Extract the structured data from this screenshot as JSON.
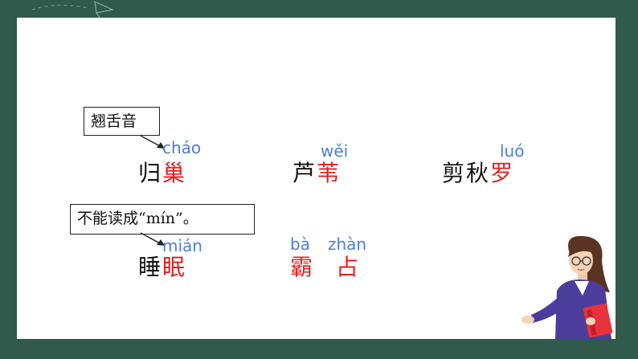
{
  "annotations": {
    "retroflex_note": "翘舌音",
    "min_note": "不能读成“mín”。"
  },
  "row1": {
    "word1": {
      "plain": "归",
      "red": "巢",
      "pinyin": "cháo"
    },
    "word2": {
      "plain": "芦",
      "red": "苇",
      "pinyin": "wěi"
    },
    "word3": {
      "plain": "剪秋",
      "red": "罗",
      "pinyin": "luó"
    }
  },
  "row2": {
    "word1": {
      "plain": "睡",
      "red": "眠",
      "pinyin": "mián"
    },
    "word2": {
      "red1": "霸",
      "red2": "占",
      "pinyin1": "bà",
      "pinyin2": "zhàn"
    }
  },
  "colors": {
    "board": "#2f5a4c",
    "highlight": "#e02020",
    "pinyin": "#4a7fd6",
    "teacher_jacket": "#4b3d9b",
    "teacher_book": "#e8323c"
  }
}
